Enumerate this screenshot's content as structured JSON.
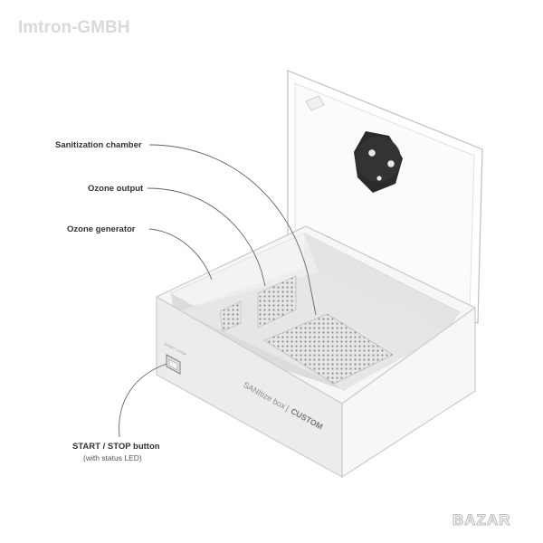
{
  "watermark_top": "Imtron-GMBH",
  "watermark_bottom": "BAZAR",
  "labels": {
    "sanitization_chamber": "Sanitization chamber",
    "ozone_output": "Ozone output",
    "ozone_generator": "Ozone generator",
    "start_stop_button": "START / STOP button",
    "start_stop_sub": "(with status LED)"
  },
  "device": {
    "product_name": "SANItize box",
    "brand": "CUSTOM",
    "button_caption": "START / STOP"
  },
  "colors": {
    "body": "#f4f4f4",
    "front": "#ececec",
    "interior": "#e2e2e2",
    "knob": "#2b2b2b",
    "leader_line": "#666666"
  }
}
